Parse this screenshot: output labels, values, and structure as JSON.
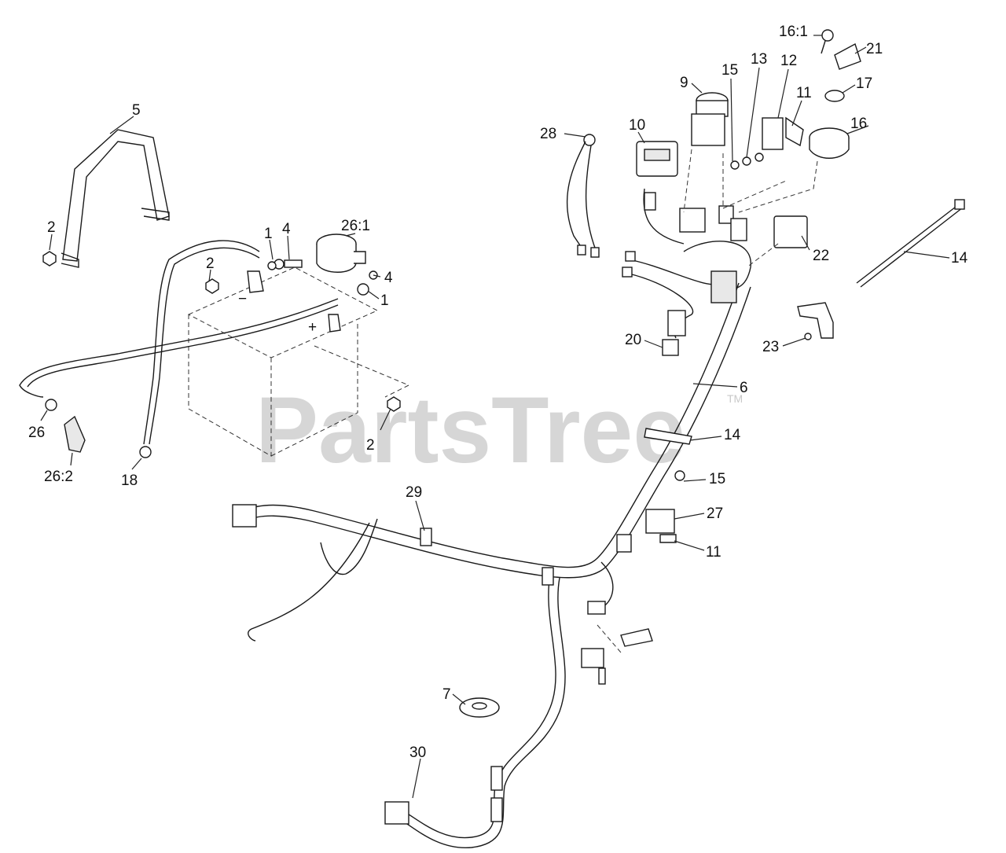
{
  "watermark": {
    "text": "PartsTree",
    "tm": "TM"
  },
  "callouts": [
    "5",
    "2",
    "1",
    "4",
    "26:1",
    "2",
    "4",
    "1",
    "2",
    "26",
    "26:2",
    "18",
    "28",
    "10",
    "9",
    "15",
    "13",
    "12",
    "11",
    "16:1",
    "21",
    "17",
    "16",
    "22",
    "14",
    "23",
    "20",
    "6",
    "14",
    "15",
    "27",
    "11",
    "29",
    "7",
    "30"
  ],
  "battery_marks": {
    "negative": "−",
    "positive": "+"
  }
}
